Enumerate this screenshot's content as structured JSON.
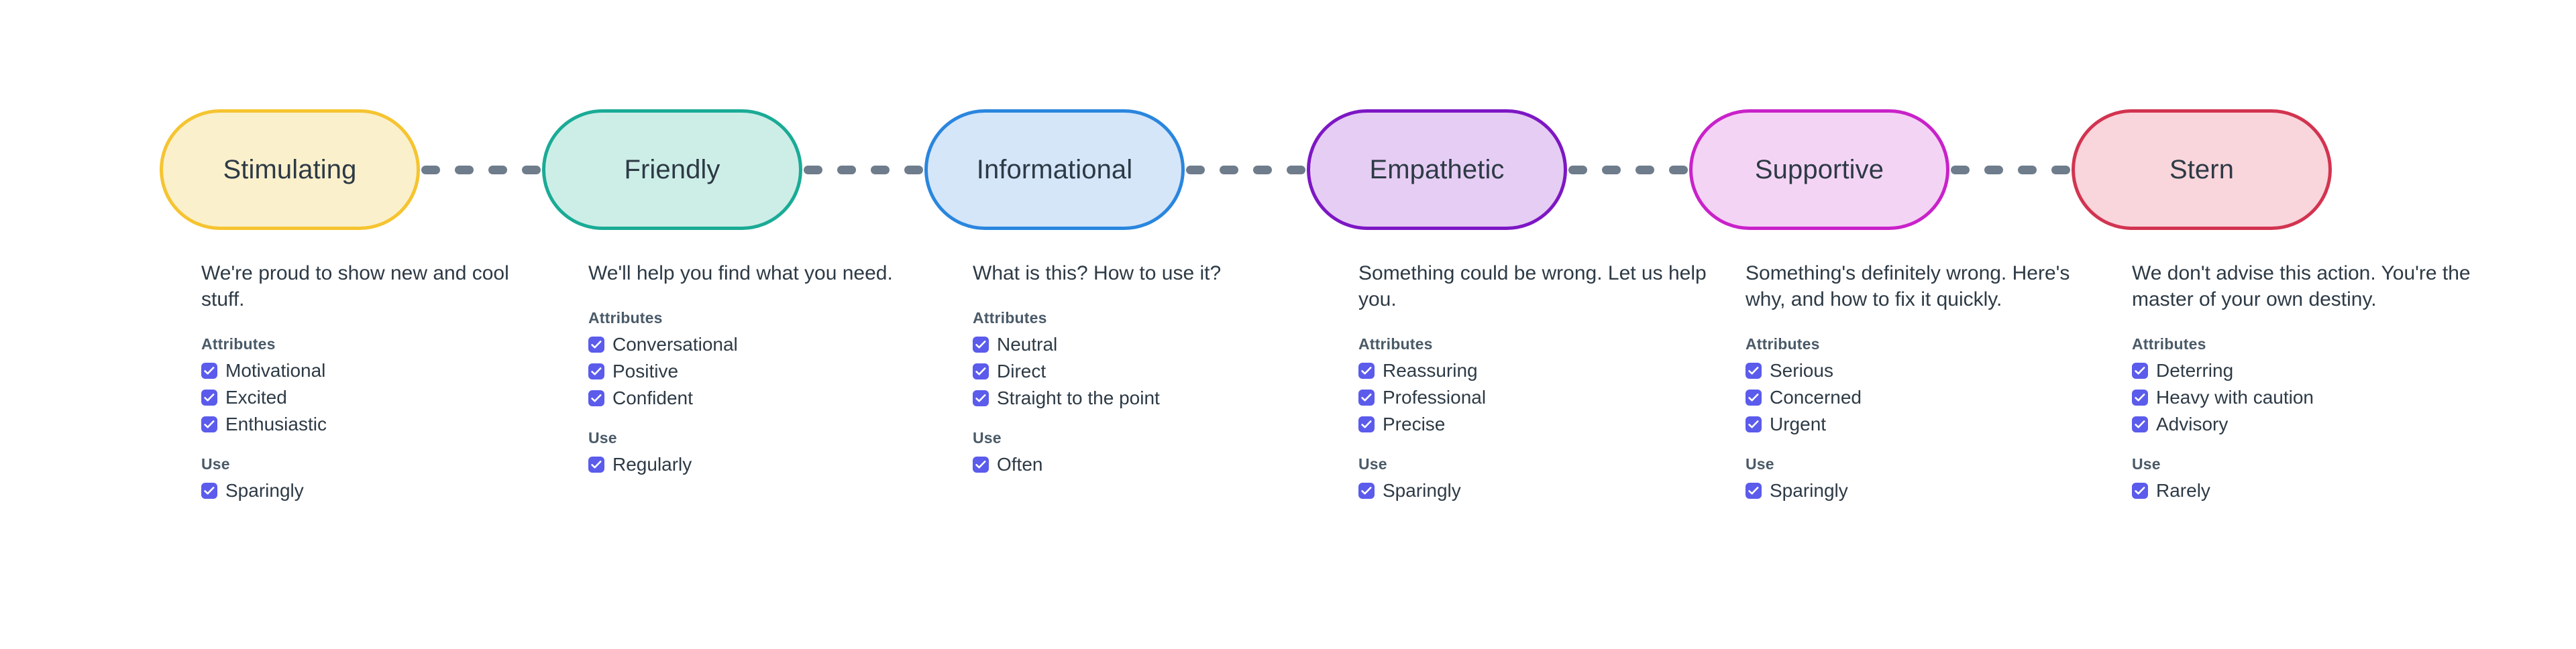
{
  "connector": {
    "icon": "dashed-line-icon",
    "dash_count": 4,
    "color": "#6e7c8c"
  },
  "checkbox": {
    "icon": "checkbox-checked-icon",
    "color": "#5b5bec",
    "state": "checked"
  },
  "section_labels": {
    "attributes": "Attributes",
    "use": "Use"
  },
  "columns": [
    {
      "name": "stimulating",
      "label": "Stimulating",
      "fill": "#fbf0cc",
      "stroke": "#f5c430",
      "description": "We're proud to show new and cool stuff.",
      "attributes_title": "Attributes",
      "attributes": [
        "Motivational",
        "Excited",
        "Enthusiastic"
      ],
      "use_title": "Use",
      "use": [
        "Sparingly"
      ]
    },
    {
      "name": "friendly",
      "label": "Friendly",
      "fill": "#cdeee7",
      "stroke": "#1aab96",
      "description": "We'll help you find what you need.",
      "attributes_title": "Attributes",
      "attributes": [
        "Conversational",
        "Positive",
        "Confident"
      ],
      "use_title": "Use",
      "use": [
        "Regularly"
      ]
    },
    {
      "name": "informational",
      "label": "Informational",
      "fill": "#d5e6f9",
      "stroke": "#2a86de",
      "description": "What is this? How to use it?",
      "attributes_title": "Attributes",
      "attributes": [
        "Neutral",
        "Direct",
        "Straight to the point"
      ],
      "use_title": "Use",
      "use": [
        "Often"
      ]
    },
    {
      "name": "empathetic",
      "label": "Empathetic",
      "fill": "#e6cdf3",
      "stroke": "#7d17c4",
      "description": "Something could be wrong. Let us help you.",
      "attributes_title": "Attributes",
      "attributes": [
        "Reassuring",
        "Professional",
        "Precise"
      ],
      "use_title": "Use",
      "use": [
        "Sparingly"
      ]
    },
    {
      "name": "supportive",
      "label": "Supportive",
      "fill": "#f4d4f5",
      "stroke": "#c922c9",
      "description": "Something's definitely wrong. Here's why, and how to fix it quickly.",
      "attributes_title": "Attributes",
      "attributes": [
        "Serious",
        "Concerned",
        "Urgent"
      ],
      "use_title": "Use",
      "use": [
        "Sparingly"
      ]
    },
    {
      "name": "stern",
      "label": "Stern",
      "fill": "#f9d5dc",
      "stroke": "#d23450",
      "description": "We don't advise this action. You're the master of your own destiny.",
      "attributes_title": "Attributes",
      "attributes": [
        "Deterring",
        "Heavy with caution",
        "Advisory"
      ],
      "use_title": "Use",
      "use": [
        "Rarely"
      ]
    }
  ]
}
